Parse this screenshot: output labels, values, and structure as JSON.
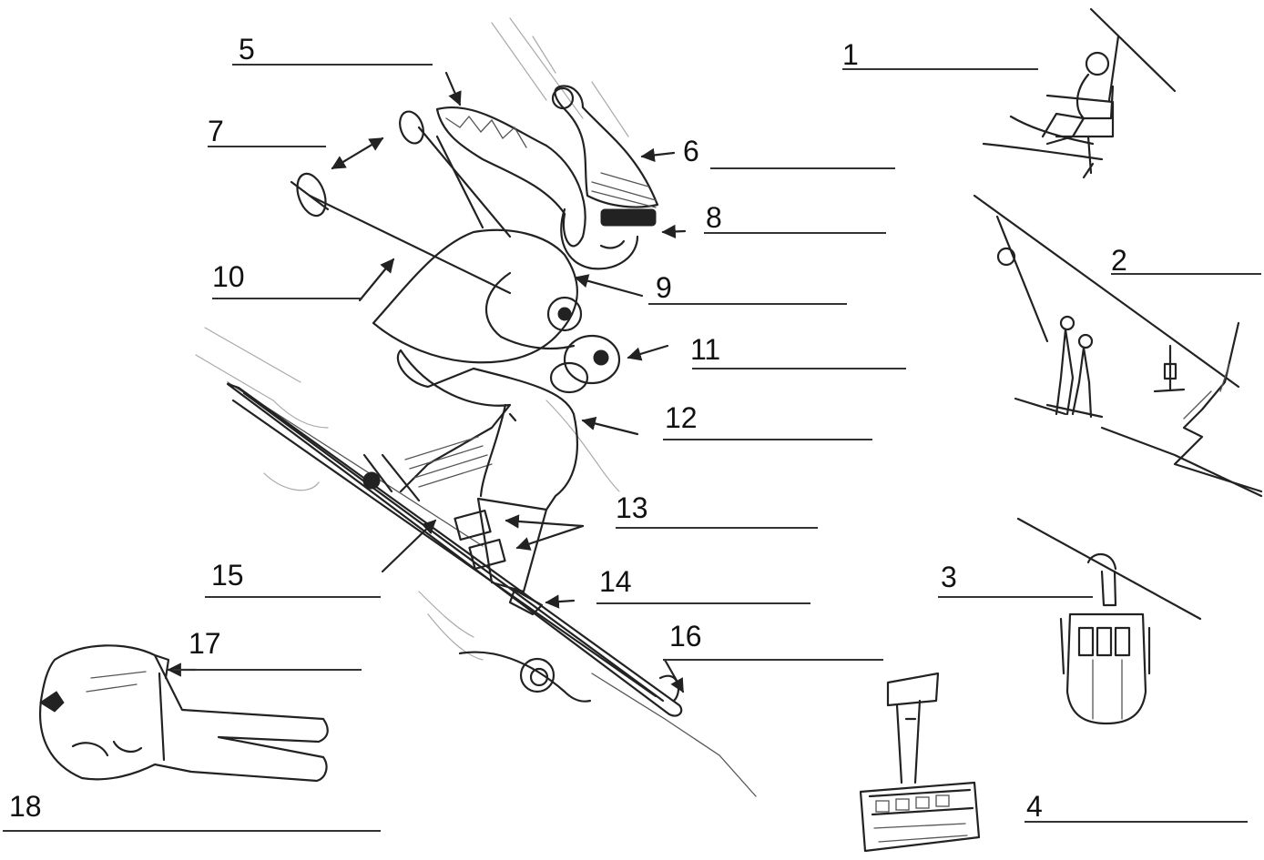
{
  "labels": [
    {
      "id": "label-1",
      "text": "1"
    },
    {
      "id": "label-2",
      "text": "2"
    },
    {
      "id": "label-3",
      "text": "3"
    },
    {
      "id": "label-4",
      "text": "4"
    },
    {
      "id": "label-5",
      "text": "5"
    },
    {
      "id": "label-6",
      "text": "6"
    },
    {
      "id": "label-7",
      "text": "7"
    },
    {
      "id": "label-8",
      "text": "8"
    },
    {
      "id": "label-9",
      "text": "9"
    },
    {
      "id": "label-10",
      "text": "10"
    },
    {
      "id": "label-11",
      "text": "11"
    },
    {
      "id": "label-12",
      "text": "12"
    },
    {
      "id": "label-13",
      "text": "13"
    },
    {
      "id": "label-14",
      "text": "14"
    },
    {
      "id": "label-15",
      "text": "15"
    },
    {
      "id": "label-16",
      "text": "16"
    },
    {
      "id": "label-17",
      "text": "17"
    },
    {
      "id": "label-18",
      "text": "18"
    }
  ],
  "illustrations": {
    "skier": "skier-drawing",
    "chairlift": "chairlift-drawing",
    "t_bar_lift": "t-bar-lift-drawing",
    "gondola": "gondola-drawing",
    "cable_car": "cable-car-drawing",
    "ski_suit": "ski-suit-drawing"
  }
}
